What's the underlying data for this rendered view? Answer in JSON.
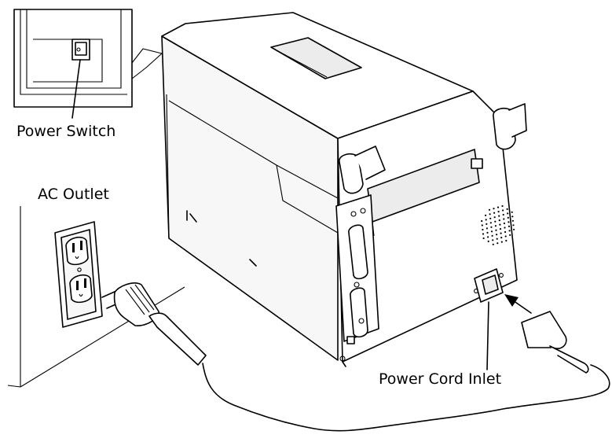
{
  "labels": {
    "power_switch": "Power Switch",
    "ac_outlet": "AC Outlet",
    "power_cord_inlet": "Power Cord Inlet"
  }
}
